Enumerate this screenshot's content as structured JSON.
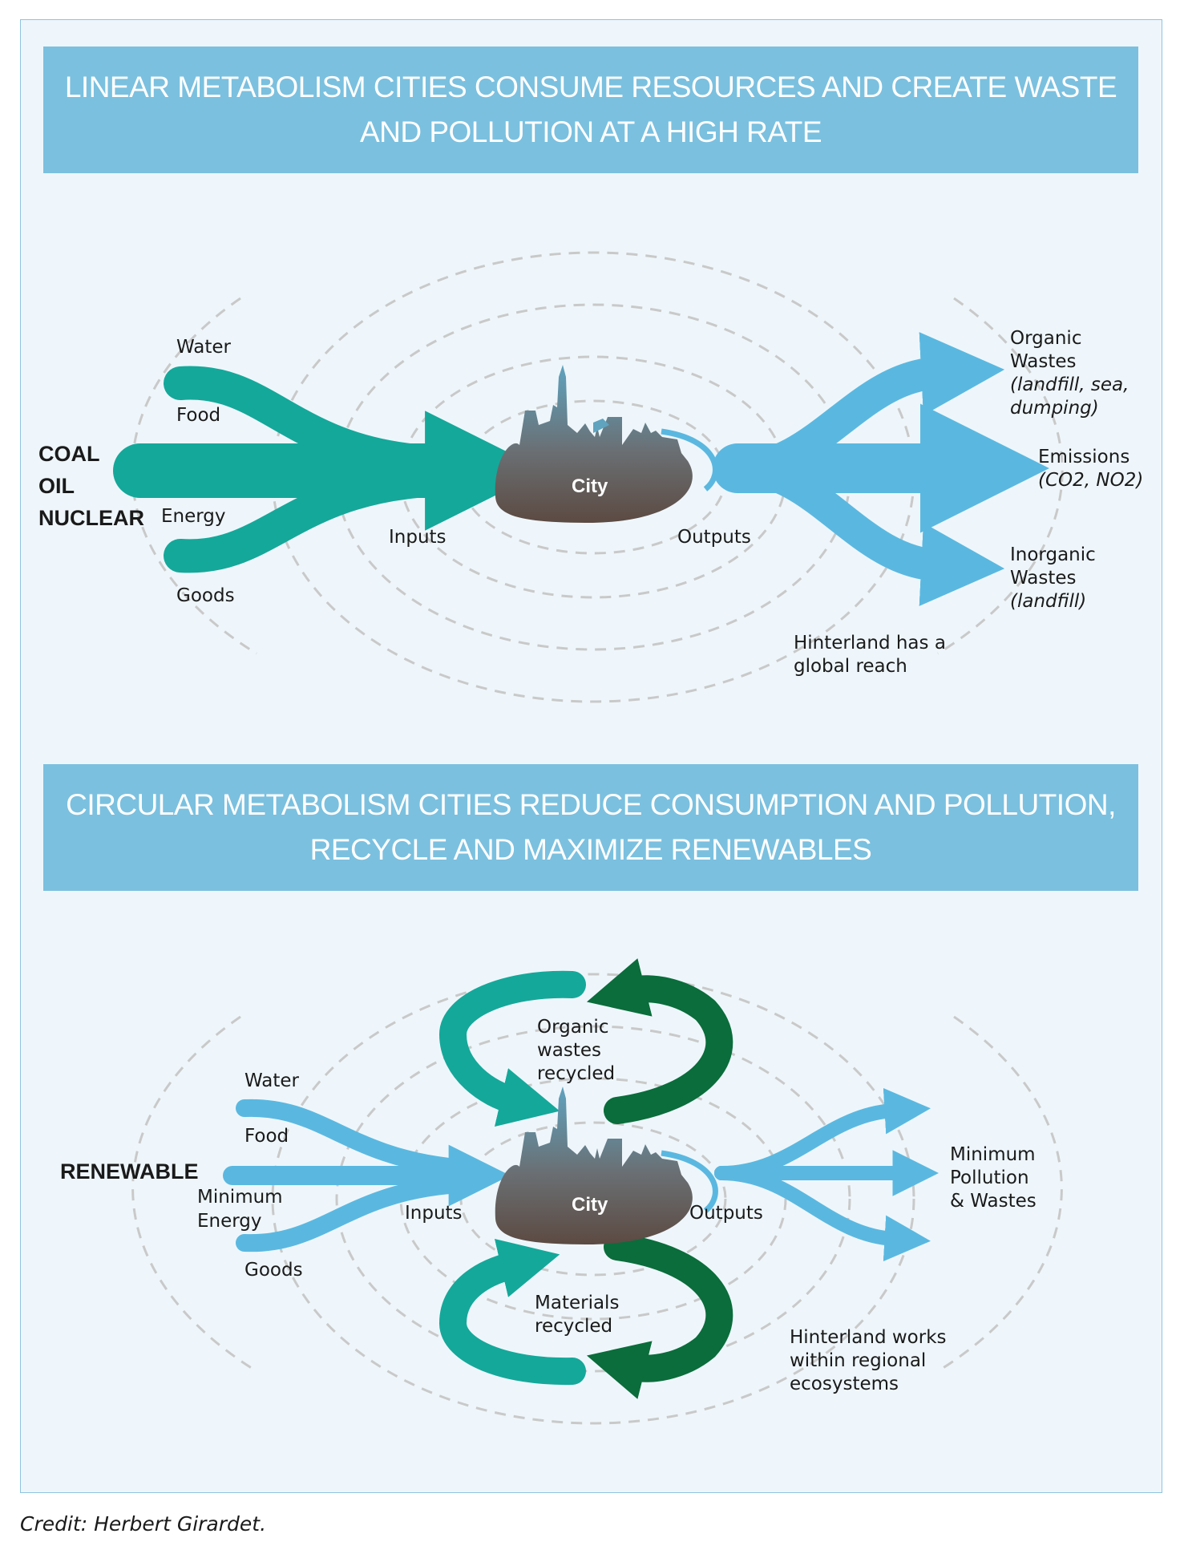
{
  "linear": {
    "title_line1": "LINEAR METABOLISM CITIES CONSUME RESOURCES AND CREATE WASTE",
    "title_line2": "AND POLLUTION AT A HIGH RATE",
    "sources": [
      "COAL",
      "OIL",
      "NUCLEAR"
    ],
    "inputs": [
      "Water",
      "Food",
      "Energy",
      "Goods"
    ],
    "inputs_label": "Inputs",
    "city_label": "City",
    "outputs_label": "Outputs",
    "outputs": [
      {
        "name_lines": [
          "Organic",
          "Wastes"
        ],
        "detail_lines": [
          "(landfill, sea,",
          "dumping)"
        ]
      },
      {
        "name_lines": [
          "Emissions"
        ],
        "detail_lines": [
          "(CO2, NO2)"
        ]
      },
      {
        "name_lines": [
          "Inorganic",
          "Wastes"
        ],
        "detail_lines": [
          "(landfill)"
        ]
      }
    ],
    "hinterland_lines": [
      "Hinterland has a",
      "global reach"
    ]
  },
  "circular": {
    "title_line1": "CIRCULAR METABOLISM CITIES REDUCE CONSUMPTION AND POLLUTION,",
    "title_line2": "RECYCLE AND MAXIMIZE RENEWABLES",
    "source": "RENEWABLE",
    "inputs": [
      "Water",
      "Food",
      "Minimum",
      "Energy",
      "Goods"
    ],
    "inputs_label": "Inputs",
    "city_label": "City",
    "outputs_label": "Outputs",
    "outputs_lines": [
      "Minimum",
      "Pollution",
      "& Wastes"
    ],
    "organic_lines": [
      "Organic",
      "wastes",
      "recycled"
    ],
    "materials_lines": [
      "Materials",
      "recycled"
    ],
    "hinterland_lines": [
      "Hinterland works",
      "within regional",
      "ecosystems"
    ]
  },
  "colors": {
    "teal": "#14a89a",
    "dark_green": "#0a6d3b",
    "light_blue": "#5ab8e0",
    "banner": "#7bc0df",
    "dash": "#c9c9c9"
  },
  "credit": "Credit: Herbert Girardet."
}
